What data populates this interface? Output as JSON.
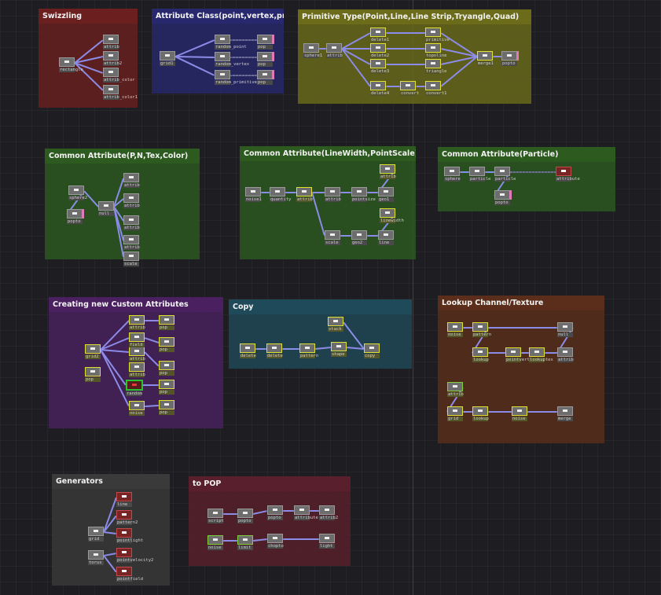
{
  "network": {
    "panels": [
      {
        "id": "swizzling",
        "title": "Swizzling",
        "color": "#6b1f1f",
        "nodes": [
          {
            "label": "rectangle"
          },
          {
            "label": "attrib"
          },
          {
            "label": "attrib2"
          },
          {
            "label": "attrib_color"
          },
          {
            "label": "attrib_color1"
          }
        ]
      },
      {
        "id": "attribute-class",
        "title": "Attribute Class(point,vertex,primitive)",
        "color": "#28286e",
        "nodes": [
          {
            "label": "grid1"
          },
          {
            "label": "random_point"
          },
          {
            "label": "pop"
          },
          {
            "label": "random_vertex"
          },
          {
            "label": "pop"
          },
          {
            "label": "random_primitive"
          },
          {
            "label": "pop"
          }
        ]
      },
      {
        "id": "primitive-type",
        "title": "Primitive Type(Point,Line,Line Strip,Tryangle,Quad)",
        "color": "#6b6b1a",
        "nodes": [
          {
            "label": "sphere1"
          },
          {
            "label": "attrib"
          },
          {
            "label": "delete1"
          },
          {
            "label": "delete2"
          },
          {
            "label": "delete3"
          },
          {
            "label": "delete4"
          },
          {
            "label": "primitive"
          },
          {
            "label": "topoline"
          },
          {
            "label": "triangle"
          },
          {
            "label": "convert"
          },
          {
            "label": "convert1"
          },
          {
            "label": "merge1"
          },
          {
            "label": "popto"
          }
        ]
      },
      {
        "id": "common-attr-pntc",
        "title": "Common Attribute(P,N,Tex,Color)",
        "color": "#2c5a1f",
        "nodes": [
          {
            "label": "sphere2"
          },
          {
            "label": "popto"
          },
          {
            "label": "null"
          },
          {
            "label": "attrib"
          },
          {
            "label": "attrib"
          },
          {
            "label": "attrib"
          },
          {
            "label": "attrib"
          },
          {
            "label": "scale"
          }
        ]
      },
      {
        "id": "common-attr-lw",
        "title": "Common Attribute(LineWidth,PointScale)",
        "color": "#2c5a1f",
        "nodes": [
          {
            "label": "noise1"
          },
          {
            "label": "quantity"
          },
          {
            "label": "attrib"
          },
          {
            "label": "attrib"
          },
          {
            "label": "pointsize"
          },
          {
            "label": "geo1"
          },
          {
            "label": "attrib"
          },
          {
            "label": "scale"
          },
          {
            "label": "geo2"
          },
          {
            "label": "line"
          },
          {
            "label": "linewidth"
          }
        ]
      },
      {
        "id": "common-attr-particle",
        "title": "Common Attribute(Particle)",
        "color": "#2c5a1f",
        "nodes": [
          {
            "label": "sphere"
          },
          {
            "label": "particle"
          },
          {
            "label": "particle"
          },
          {
            "label": "attribute"
          },
          {
            "label": "popto"
          }
        ]
      },
      {
        "id": "custom-attrs",
        "title": "Creating new Custom Attributes",
        "color": "#4a2060",
        "nodes": [
          {
            "label": "grid2"
          },
          {
            "label": "pop"
          },
          {
            "label": "attrib"
          },
          {
            "label": "attrib"
          },
          {
            "label": "attrib"
          },
          {
            "label": "random"
          },
          {
            "label": "noise"
          },
          {
            "label": "field"
          },
          {
            "label": "pop"
          },
          {
            "label": "pop"
          },
          {
            "label": "pop"
          },
          {
            "label": "pop"
          },
          {
            "label": "pop"
          }
        ]
      },
      {
        "id": "copy",
        "title": "Copy",
        "color": "#1f4a5a",
        "nodes": [
          {
            "label": "delete"
          },
          {
            "label": "delete"
          },
          {
            "label": "pattern"
          },
          {
            "label": "shape"
          },
          {
            "label": "copy"
          },
          {
            "label": "stack"
          }
        ]
      },
      {
        "id": "lookup",
        "title": "Lookup Channel/Texture",
        "color": "#5a2e1a",
        "nodes": [
          {
            "label": "noise"
          },
          {
            "label": "pattern"
          },
          {
            "label": "null"
          },
          {
            "label": "lookup"
          },
          {
            "label": "pointvert"
          },
          {
            "label": "lookuptex"
          },
          {
            "label": "attrib"
          },
          {
            "label": "attrib"
          },
          {
            "label": "grid"
          },
          {
            "label": "lookup"
          },
          {
            "label": "noise"
          },
          {
            "label": "merge"
          }
        ]
      },
      {
        "id": "generators",
        "title": "Generators",
        "color": "#3a3a3a",
        "nodes": [
          {
            "label": "grid"
          },
          {
            "label": "torus"
          },
          {
            "label": "line"
          },
          {
            "label": "pattern2"
          },
          {
            "label": "pointlight"
          },
          {
            "label": "pointvelocity2"
          },
          {
            "label": "pointfield"
          }
        ]
      },
      {
        "id": "to-pop",
        "title": "to POP",
        "color": "#5a1f2c",
        "nodes": [
          {
            "label": "script"
          },
          {
            "label": "popto"
          },
          {
            "label": "popto"
          },
          {
            "label": "attribute"
          },
          {
            "label": "attrib2"
          },
          {
            "label": "noise"
          },
          {
            "label": "limit"
          },
          {
            "label": "chopto"
          },
          {
            "label": "light"
          }
        ]
      }
    ]
  }
}
